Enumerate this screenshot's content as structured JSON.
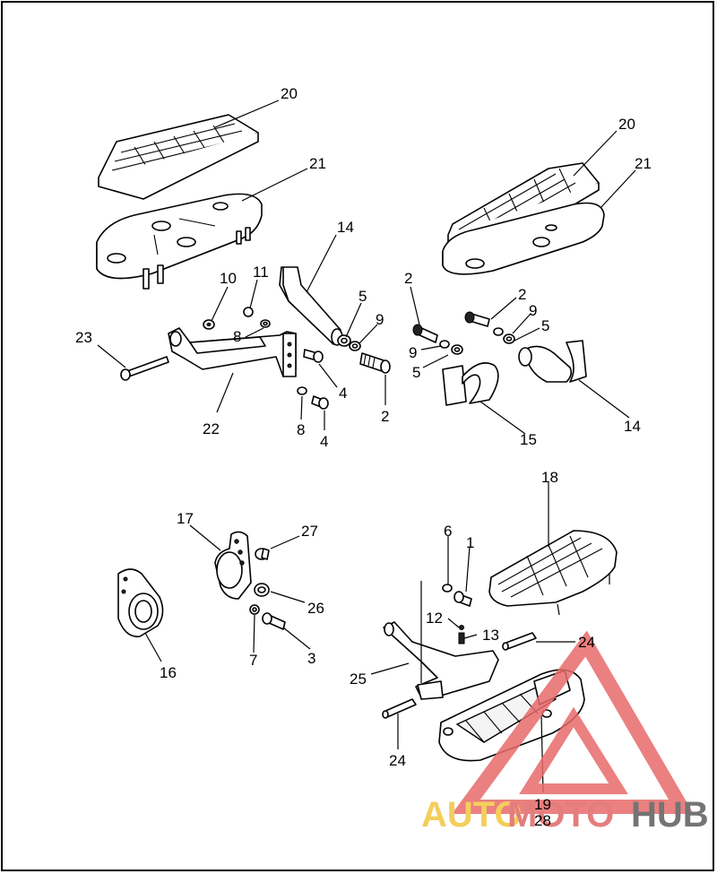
{
  "diagram": {
    "callouts": {
      "c20a": "20",
      "c21a": "21",
      "c14a": "14",
      "c10": "10",
      "c11": "11",
      "c5a": "5",
      "c9a": "9",
      "c23": "23",
      "c8a": "8",
      "c4a": "4",
      "c22": "22",
      "c8b": "8",
      "c4b": "4",
      "c2a": "2",
      "c20b": "20",
      "c21b": "21",
      "c2b": "2",
      "c2c": "2",
      "c9b": "9",
      "c5b": "5",
      "c9c": "9",
      "c5c": "5",
      "c14b": "14",
      "c15": "15",
      "c18": "18",
      "c17": "17",
      "c27": "27",
      "c6": "6",
      "c1": "1",
      "c16": "16",
      "c26": "26",
      "c12": "12",
      "c13": "13",
      "c24a": "24",
      "c7": "7",
      "c3": "3",
      "c25": "25",
      "c24b": "24",
      "c19": "19",
      "c28": "28"
    }
  },
  "watermark": {
    "part1": "AUTO",
    "part2": "MOTO",
    "part3": "HUB",
    "colors": {
      "auto": "#f3c640",
      "moto": "#e06767",
      "hub": "#5c5c5c",
      "triangle": "#e86a6a"
    }
  }
}
